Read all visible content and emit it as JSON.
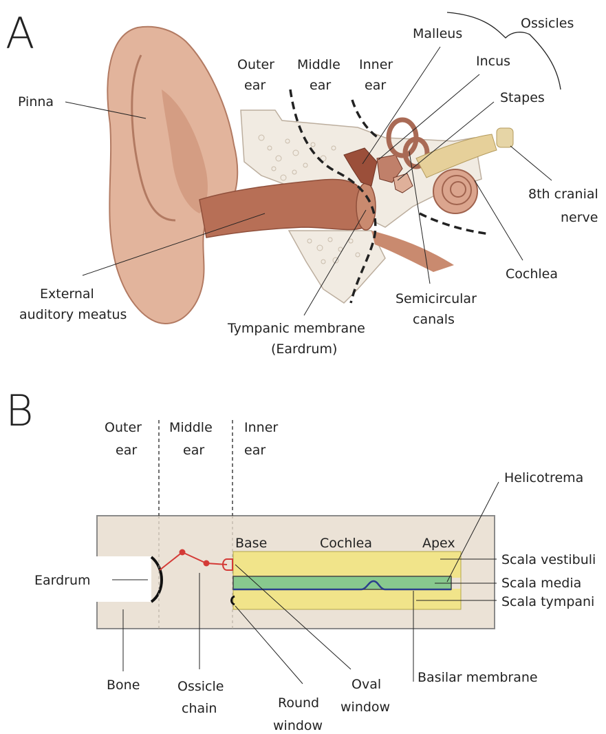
{
  "panel_a": {
    "letter": "A",
    "region_outer": [
      "Outer",
      "ear"
    ],
    "region_middle": [
      "Middle",
      "ear"
    ],
    "region_inner": [
      "Inner",
      "ear"
    ],
    "ossicles": "Ossicles",
    "malleus": "Malleus",
    "incus": "Incus",
    "stapes": "Stapes",
    "pinna": "Pinna",
    "nerve": [
      "8th cranial",
      "nerve"
    ],
    "cochlea": "Cochlea",
    "meatus": [
      "External",
      "auditory meatus"
    ],
    "canals": [
      "Semicircular",
      "canals"
    ],
    "tympanic": [
      "Tympanic membrane",
      "(Eardrum)"
    ]
  },
  "panel_b": {
    "letter": "B",
    "region_outer": [
      "Outer",
      "ear"
    ],
    "region_middle": [
      "Middle",
      "ear"
    ],
    "region_inner": [
      "Inner",
      "ear"
    ],
    "helicotrema": "Helicotrema",
    "base": "Base",
    "cochlea": "Cochlea",
    "apex": "Apex",
    "scala_vestibuli": "Scala vestibuli",
    "scala_media": "Scala media",
    "scala_tympani": "Scala tympani",
    "eardrum": "Eardrum",
    "bone": "Bone",
    "ossicle_chain": [
      "Ossicle",
      "chain"
    ],
    "round_window": [
      "Round",
      "window"
    ],
    "oval_window": [
      "Oval",
      "window"
    ],
    "basilar": "Basilar membrane"
  },
  "colors": {
    "skin": "#e2b49c",
    "skin_dark": "#c98a6f",
    "canal": "#b76f56",
    "bone_fill": "#ebe2d6",
    "cochlea_yellow": "#f1e48a",
    "scala_media_green": "#88c98e",
    "ossicle_red": "#d43a36"
  }
}
